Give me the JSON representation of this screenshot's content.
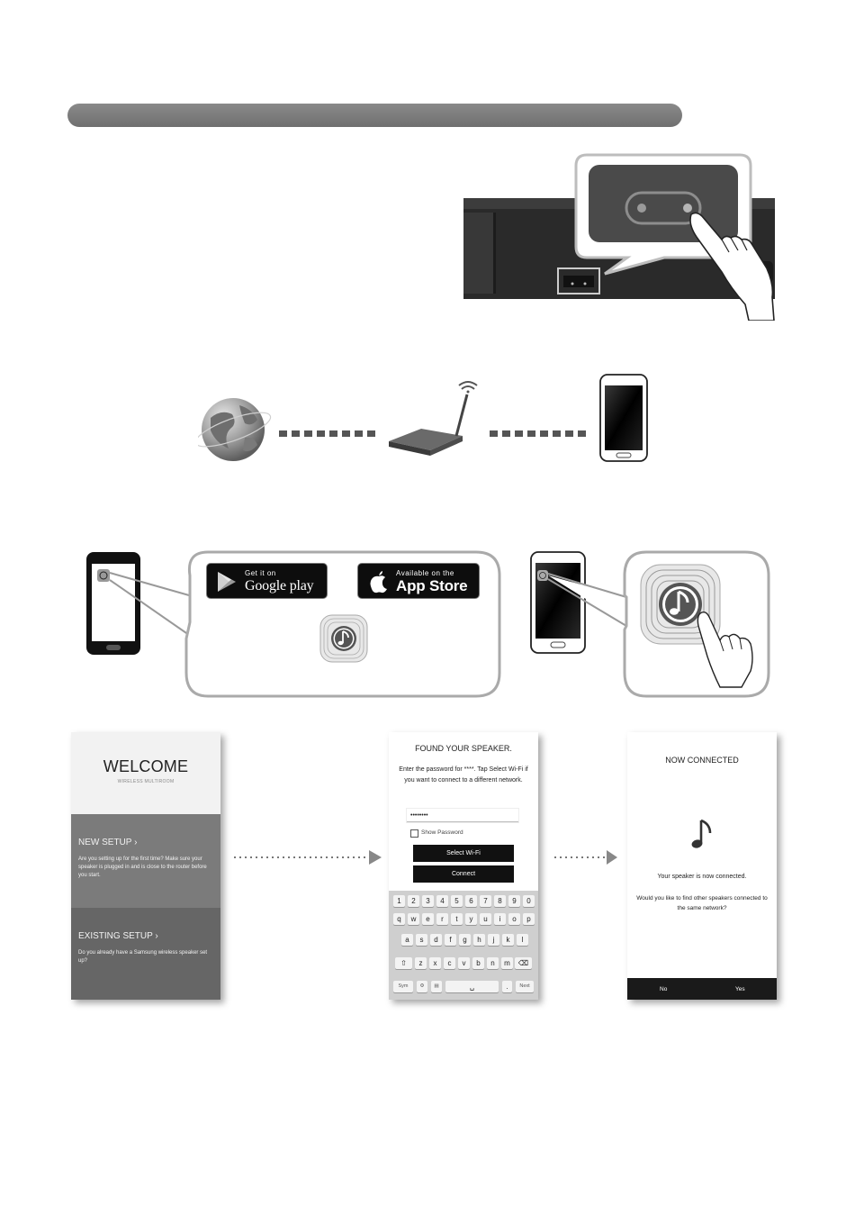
{
  "stores": {
    "google": {
      "small": "Get it on",
      "big": "Google play"
    },
    "apple": {
      "small": "Available on the",
      "big": "App Store"
    }
  },
  "welcome": {
    "title": "WELCOME",
    "subtitle": "WIRELESS MULTIROOM",
    "new_setup": {
      "title": "NEW SETUP",
      "text": "Are you setting up for the first time? Make sure your speaker is plugged in and is close to the router before you start."
    },
    "existing_setup": {
      "title": "EXISTING SETUP",
      "text": "Do you already have a Samsung wireless speaker set up?"
    }
  },
  "found": {
    "title": "FOUND YOUR SPEAKER.",
    "text": "Enter the password for ****. Tap Select Wi-Fi if you want to connect to a different network.",
    "password_value": "••••••••",
    "show_password": "Show Password",
    "select_wifi": "Select Wi-Fi",
    "connect": "Connect",
    "keyboard": {
      "row1": [
        "1",
        "2",
        "3",
        "4",
        "5",
        "6",
        "7",
        "8",
        "9",
        "0"
      ],
      "row2": [
        "q",
        "w",
        "e",
        "r",
        "t",
        "y",
        "u",
        "i",
        "o",
        "p"
      ],
      "row3": [
        "a",
        "s",
        "d",
        "f",
        "g",
        "h",
        "j",
        "k",
        "l"
      ],
      "row4": [
        "z",
        "x",
        "c",
        "v",
        "b",
        "n",
        "m"
      ],
      "sym": "Sym",
      "period": ".",
      "next": "Next"
    }
  },
  "connected": {
    "title": "NOW CONNECTED",
    "message": "Your speaker is now connected.",
    "question": "Would you like to find other speakers connected to the same network?",
    "no": "No",
    "yes": "Yes"
  },
  "colors": {
    "header_bar": "#7d7d7d",
    "screen_dark": "#6d6d6d",
    "button_dark": "#111111"
  },
  "icons": [
    "play-store-icon",
    "apple-icon",
    "music-app-icon",
    "globe-icon",
    "router-icon",
    "wifi-icon",
    "smartphone-icon",
    "hand-pointer-icon",
    "speaker-button-icon",
    "arrow-right-icon",
    "shift-icon",
    "backspace-icon",
    "space-icon"
  ]
}
